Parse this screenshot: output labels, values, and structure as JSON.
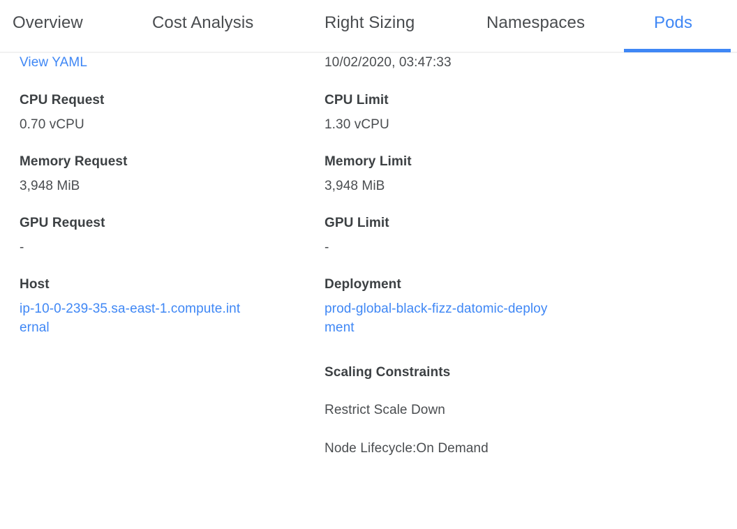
{
  "tabs": [
    {
      "label": "Overview",
      "active": false
    },
    {
      "label": "Cost Analysis",
      "active": false
    },
    {
      "label": "Right Sizing",
      "active": false
    },
    {
      "label": "Namespaces",
      "active": false
    },
    {
      "label": "Pods",
      "active": true
    }
  ],
  "colors": {
    "accent": "#3f87f5",
    "link": "#3f87f5",
    "heading_text": "#3c4043",
    "body_text": "#4a4d50",
    "divider": "#f1f1f1",
    "background": "#ffffff"
  },
  "left_column": {
    "view_yaml_link": "View YAML",
    "fields": [
      {
        "label": "CPU Request",
        "value": "0.70 vCPU"
      },
      {
        "label": "Memory Request",
        "value": "3,948 MiB"
      },
      {
        "label": "GPU Request",
        "value": "-"
      },
      {
        "label": "Host",
        "value": "ip-10-0-239-35.sa-east-1.compute.internal",
        "is_link": true
      }
    ]
  },
  "right_column": {
    "timestamp": "10/02/2020, 03:47:33",
    "fields": [
      {
        "label": "CPU Limit",
        "value": "1.30 vCPU"
      },
      {
        "label": "Memory Limit",
        "value": "3,948 MiB"
      },
      {
        "label": "GPU Limit",
        "value": "-"
      },
      {
        "label": "Deployment",
        "value": "prod-global-black-fizz-datomic-deployment",
        "is_link": true
      }
    ],
    "scaling_constraints": {
      "label": "Scaling Constraints",
      "items": [
        "Restrict Scale Down",
        "Node Lifecycle:On Demand"
      ]
    }
  }
}
